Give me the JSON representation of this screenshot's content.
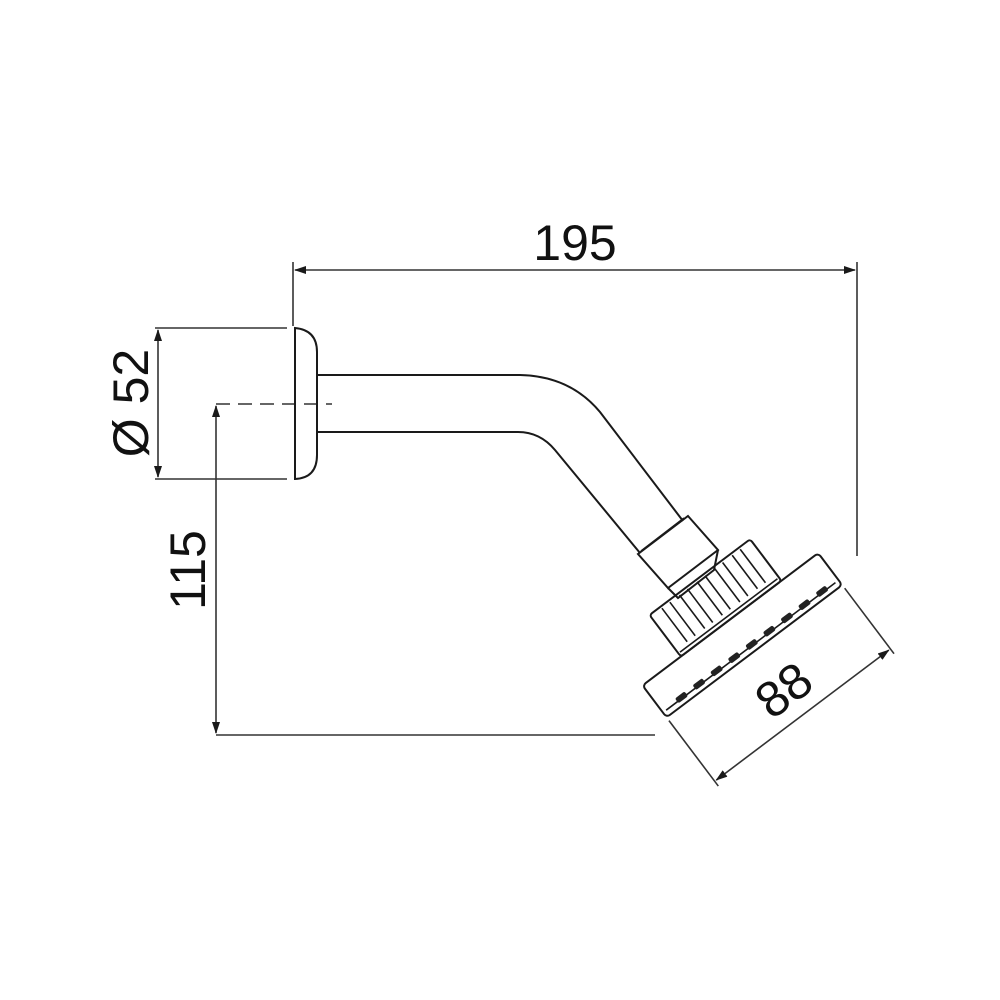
{
  "drawing": {
    "subject": "Shower arm with shower head",
    "units": "mm",
    "dimensions": {
      "overall_length": {
        "label": "195",
        "value": 195
      },
      "flange_diameter": {
        "label": "Ø 52",
        "value": 52
      },
      "drop_height": {
        "label": "115",
        "value": 115
      },
      "head_diameter": {
        "label": "88",
        "value": 88
      }
    },
    "colors": {
      "line": "#1a1a1a",
      "background": "#ffffff"
    }
  }
}
